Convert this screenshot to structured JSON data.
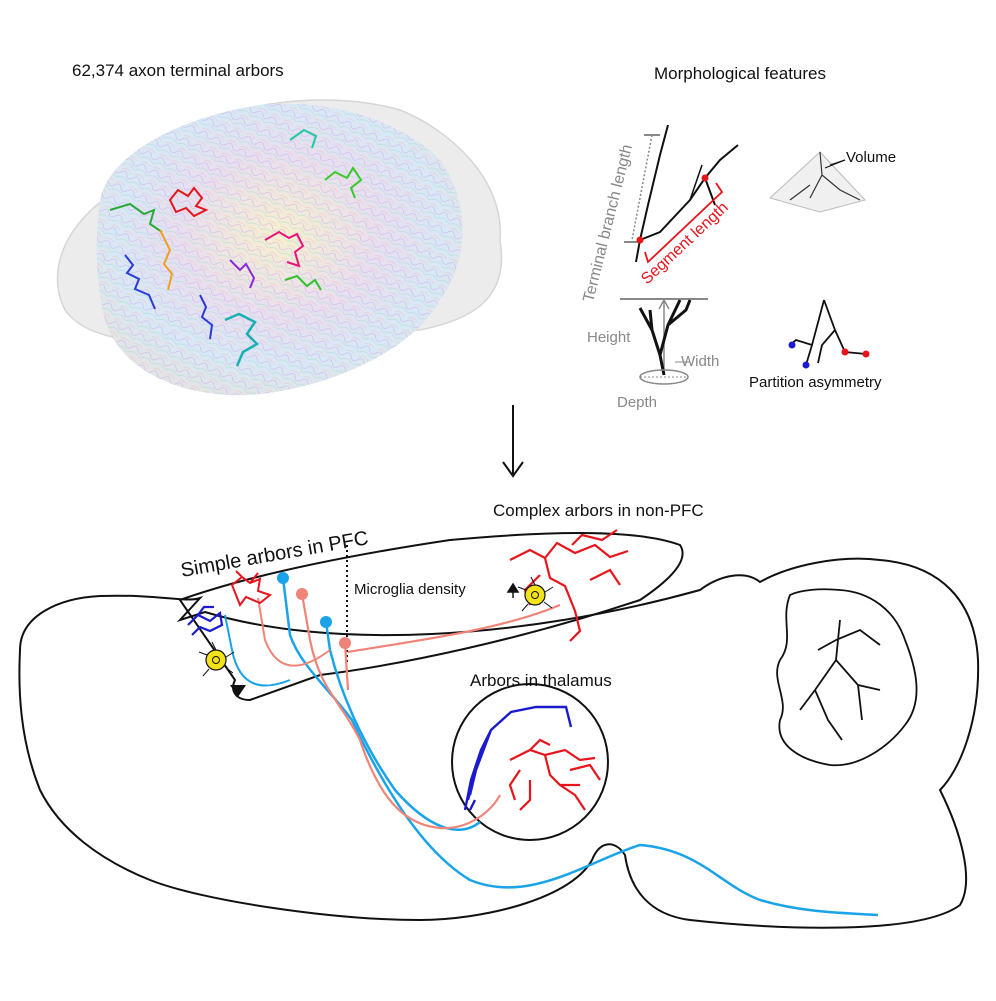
{
  "top": {
    "title": "62,374 axon terminal arbors"
  },
  "features": {
    "title": "Morphological features",
    "terminal_branch_length": "Terminal branch length",
    "segment_length": "Segment length",
    "volume": "Volume",
    "height": "Height",
    "width": "Width",
    "depth": "Depth",
    "partition_asymmetry": "Partition asymmetry"
  },
  "bottom": {
    "simple_pfc": "Simple arbors in PFC",
    "complex_non_pfc": "Complex arbors in non-PFC",
    "microglia_density": "Microglia density",
    "thalamus": "Arbors in thalamus"
  },
  "colors": {
    "red": "#e8141c",
    "blue": "#1a1ad0",
    "cyan": "#1aa3e8",
    "salmon": "#f08478",
    "gray": "#888888",
    "yellow": "#f2e21a"
  }
}
